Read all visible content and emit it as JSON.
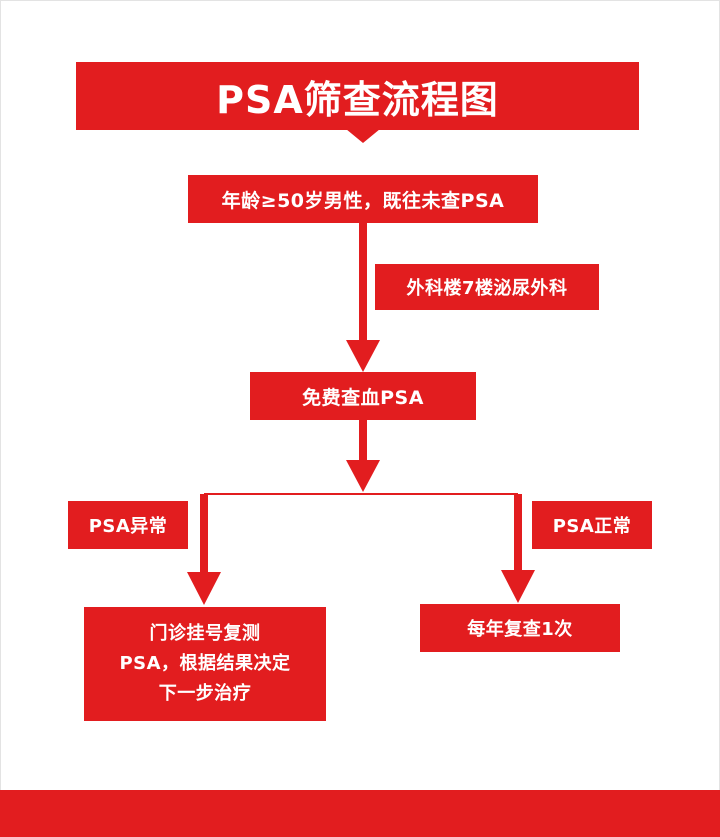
{
  "title": "PSA筛查流程图",
  "nodes": {
    "start": "年龄≥50岁男性，既往未查PSA",
    "department": "外科楼7楼泌尿外科",
    "free_test": "免费查血PSA",
    "abnormal": "PSA异常",
    "normal": "PSA正常",
    "retest_lines": [
      "门诊挂号复测",
      "PSA，根据结果决定",
      "下一步治疗"
    ],
    "yearly": "每年复查1次"
  },
  "colors": {
    "accent": "#e21d1f",
    "text_on_accent": "#ffffff",
    "background": "#ffffff"
  }
}
